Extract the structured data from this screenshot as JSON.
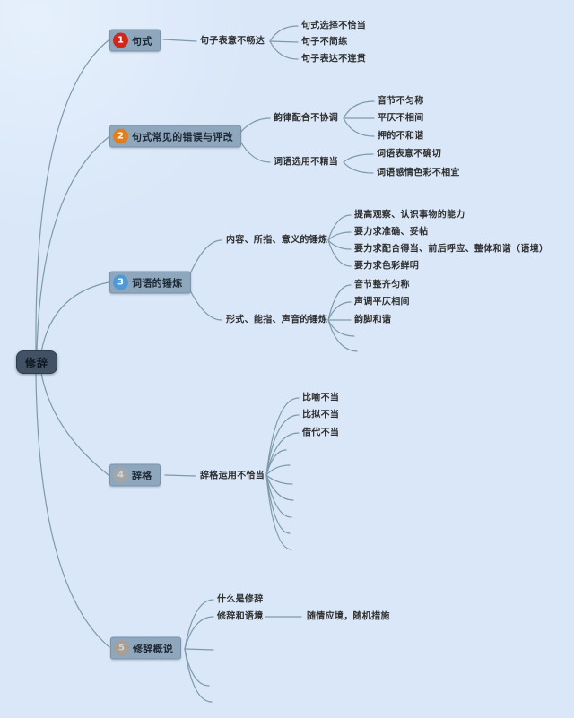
{
  "canvas": {
    "background_color": "#d9e7f8",
    "line_color": "#7d9aaa",
    "node_fill": "#8fa7bd",
    "root_fill": "#425264"
  },
  "root": {
    "label": "修辞"
  },
  "branches": [
    {
      "badge": "1",
      "badge_color": "#d0271c",
      "label": "句式",
      "children": [
        {
          "label": "句子表意不畅达",
          "children": [
            {
              "label": "句式选择不恰当"
            },
            {
              "label": "句子不简练"
            },
            {
              "label": "句子表达不连贯"
            }
          ]
        }
      ]
    },
    {
      "badge": "2",
      "badge_color": "#e07f1e",
      "label": "句式常见的错误与评改",
      "children": [
        {
          "label": "韵律配合不协调",
          "children": [
            {
              "label": "音节不匀称"
            },
            {
              "label": "平仄不相间"
            },
            {
              "label": "押的不和谐"
            }
          ]
        },
        {
          "label": "词语选用不精当",
          "children": [
            {
              "label": "词语表意不确切"
            },
            {
              "label": "词语感情色彩不相宜"
            }
          ]
        }
      ]
    },
    {
      "badge": "3",
      "badge_color": "#4f9ad6",
      "label": "词语的锤炼",
      "children": [
        {
          "label": "内容、所指、意义的锤炼",
          "children": [
            {
              "label": "提高观察、认识事物的能力"
            },
            {
              "label": "要力求准确、妥帖"
            },
            {
              "label": "要力求配合得当、前后呼应、整体和谐（语境）"
            },
            {
              "label": "要力求色彩鲜明"
            }
          ]
        },
        {
          "label": "形式、能指、声音的锤炼",
          "empty_branches": 2,
          "children": [
            {
              "label": "音节整齐匀称"
            },
            {
              "label": "声调平仄相间"
            },
            {
              "label": "韵脚和谐"
            }
          ]
        }
      ]
    },
    {
      "badge": "4",
      "badge_color": "#a2a6aa",
      "label": "辞格",
      "children": [
        {
          "label": "辞格运用不恰当",
          "empty_branches": 7,
          "children": [
            {
              "label": "比喻不当"
            },
            {
              "label": "比拟不当"
            },
            {
              "label": "借代不当"
            }
          ]
        }
      ]
    },
    {
      "badge": "5",
      "badge_color": "#a89e94",
      "label": "修辞概说",
      "empty_branches": 3,
      "children": [
        {
          "label": "什么是修辞"
        },
        {
          "label": "修辞和语境",
          "children": [
            {
              "label": "随情应境，随机措施"
            }
          ]
        }
      ]
    }
  ]
}
